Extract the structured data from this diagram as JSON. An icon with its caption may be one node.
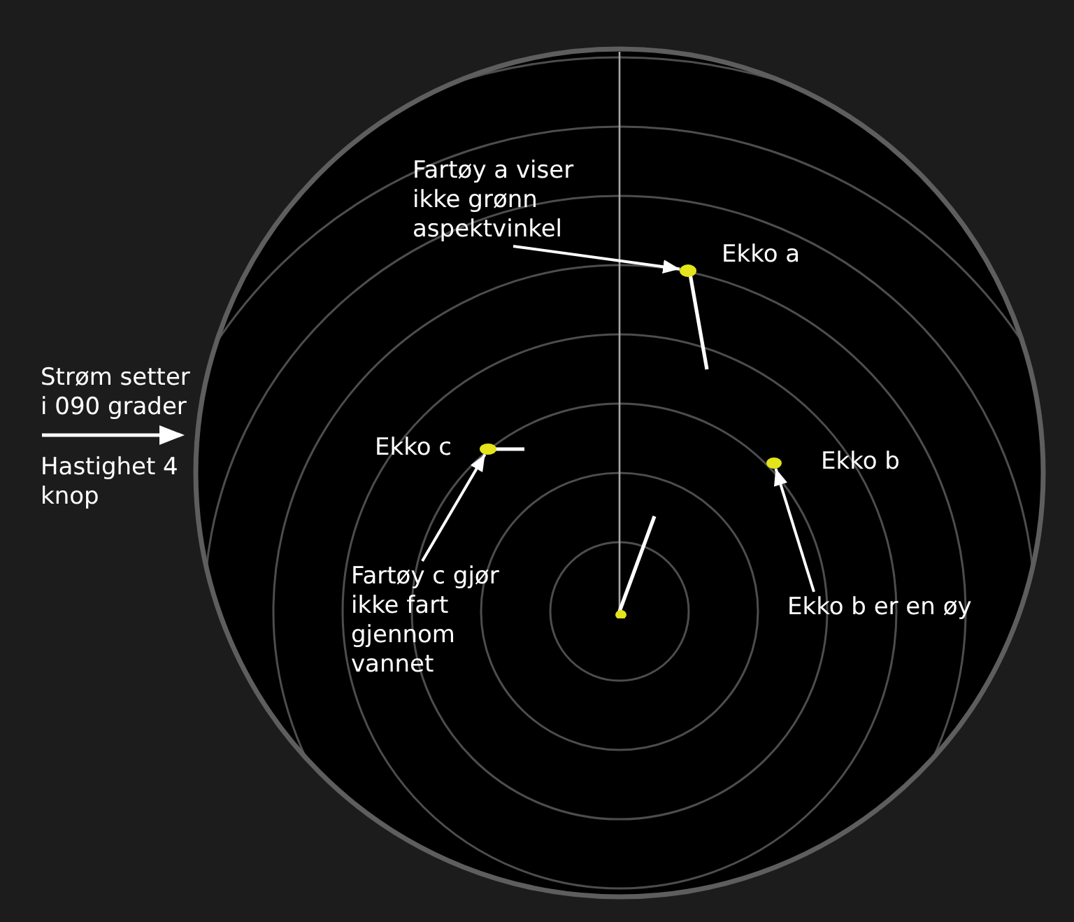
{
  "diagram": {
    "nodes": [
      {
        "text": [
          "Fartøy a viser ikke grønn aspektvinkel"
        ]
      },
      {
        "text": [],
        "shape": "circle",
        "beside": [
          "Ekko a"
        ]
      },
      {
        "text": [],
        "shape": "circle",
        "beside": [
          "Ekko c"
        ]
      },
      {
        "text": [],
        "shape": "circle",
        "beside": [
          "Ekko b"
        ]
      },
      {
        "text": [
          "Fartøy c gjør ikke fart gjennom vannet"
        ]
      },
      {
        "text": [
          "Ekko b er en øy"
        ]
      },
      {
        "text": [],
        "shape": "circle"
      }
    ],
    "edges": [
      {
        "from": 0,
        "to": 1,
        "arrow": "to"
      },
      {
        "from": 4,
        "to": 2,
        "arrow": "to"
      },
      {
        "from": 5,
        "to": 3,
        "arrow": "to"
      }
    ],
    "labels": [
      "Strøm setter i 090 grader",
      "Hastighet 4 knop"
    ]
  }
}
